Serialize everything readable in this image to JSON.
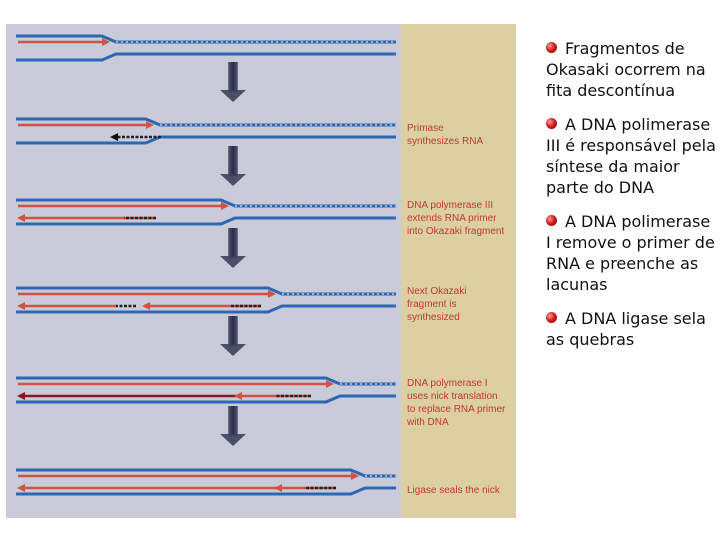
{
  "figure": {
    "captions": [
      [
        "Primase",
        "synthesizes RNA"
      ],
      [
        "DNA polymerase III",
        "extends RNA primer",
        "into Okazaki fragment"
      ],
      [
        "Next Okazaki",
        "fragment is",
        "synthesized"
      ],
      [
        "DNA polymerase I",
        "uses nick translation",
        "to replace RNA primer",
        "with DNA"
      ],
      [
        "Ligase seals the nick"
      ]
    ],
    "colors": {
      "background": "#c9cbd8",
      "caption_panel": "#dccfa2",
      "template_strand": "#2d66b3",
      "new_strand": "#cf5340",
      "dna_polymerase_i_strand": "#8e1424",
      "rna_primer": "#222222",
      "arrow": "#4a4e68",
      "caption_text": "#c0392b"
    }
  },
  "bullets": [
    "Fragmentos de Okasaki ocorrem na fita descontínua",
    "A DNA polimerase III é responsável pela síntese da maior parte do DNA",
    "A DNA polimerase I remove o primer de RNA e preenche as lacunas",
    "A DNA ligase sela as quebras"
  ]
}
